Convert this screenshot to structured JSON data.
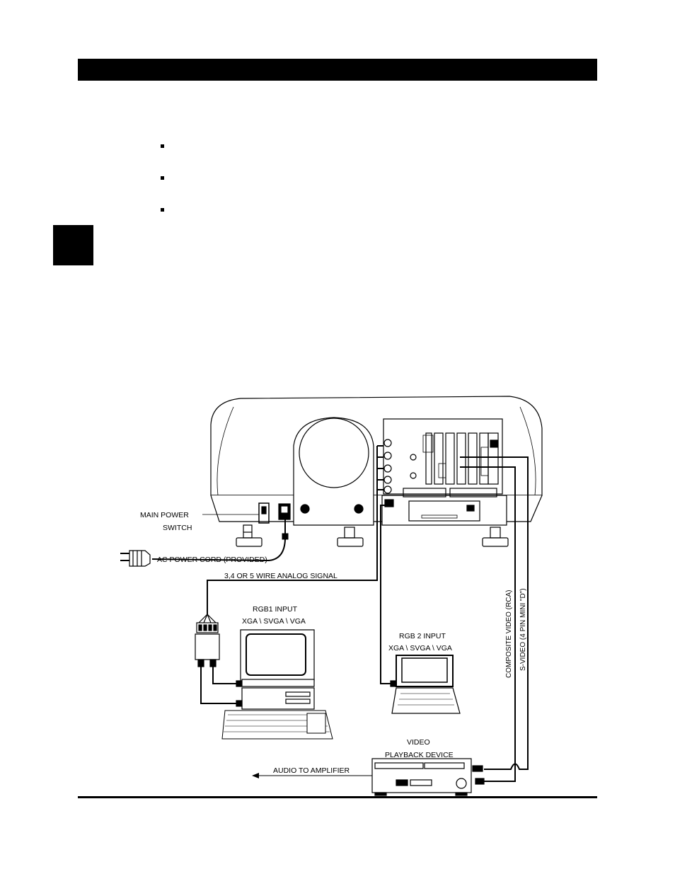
{
  "page": {
    "header_text": "",
    "bullets": [
      "",
      "",
      ""
    ]
  },
  "diagram": {
    "labels": {
      "main_power": "MAIN POWER",
      "switch": "SWITCH",
      "ac_cord": "AC POWER CORD (PROVIDED)",
      "analog_signal": "3,4 OR 5 WIRE ANALOG SIGNAL",
      "rgb1_title": "RGB1 INPUT",
      "rgb1_modes": "XGA \\ SVGA \\ VGA",
      "rgb2_title": "RGB 2 INPUT",
      "rgb2_modes": "XGA \\ SVGA \\ VGA",
      "video_title": "VIDEO",
      "video_device": "PLAYBACK DEVICE",
      "audio": "AUDIO TO AMPLIFIER",
      "composite": "COMPOSITE VIDEO (RCA)",
      "svideo": "S-VIDEO (4 PIN MINI \"D\")"
    },
    "icons": {
      "projector": "projector-rear-view",
      "crt_monitor": "crt-monitor-icon",
      "desktop_pc": "desktop-computer-icon",
      "keyboard": "keyboard-icon",
      "laptop": "laptop-icon",
      "vcr": "vcr-icon",
      "plug": "power-plug-icon",
      "adapter": "bnc-adapter-icon"
    }
  }
}
